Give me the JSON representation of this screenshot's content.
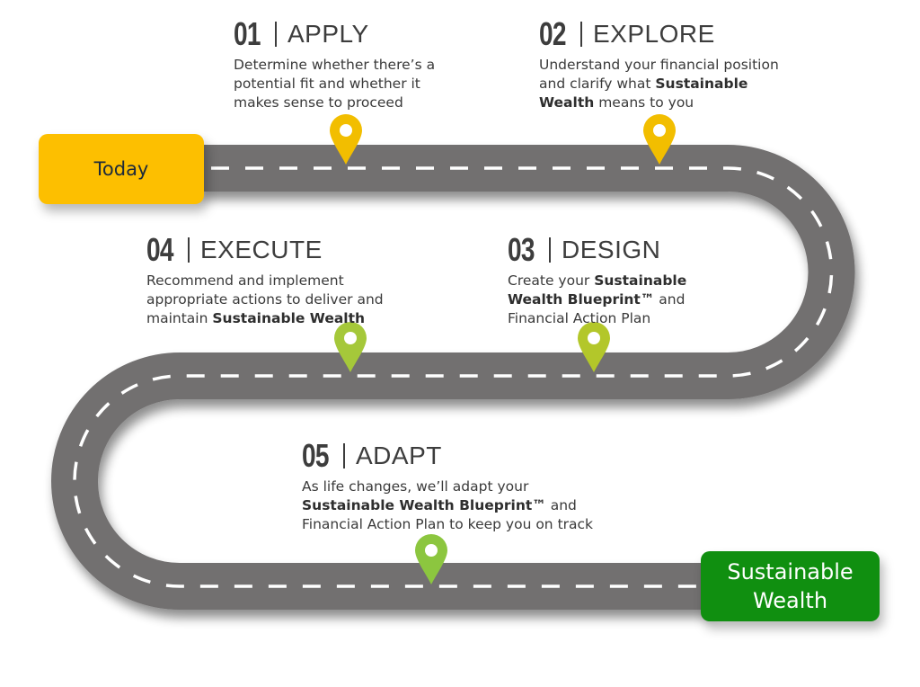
{
  "start_badge": {
    "label": "Today",
    "color": "#fdbf00"
  },
  "end_badge": {
    "label_line1": "Sustainable",
    "label_line2": "Wealth",
    "color": "#108f10"
  },
  "road": {
    "color": "#727070",
    "lane_marking_color": "#ffffff"
  },
  "steps": [
    {
      "number": "01",
      "title": "APPLY",
      "desc_parts": [
        {
          "t": "Determine whether there’s a"
        },
        {
          "br": true
        },
        {
          "t": "potential fit and whether it"
        },
        {
          "br": true
        },
        {
          "t": "makes sense to proceed"
        }
      ],
      "pin_color": "#f2be00"
    },
    {
      "number": "02",
      "title": "EXPLORE",
      "desc_parts": [
        {
          "t": "Understand your financial position"
        },
        {
          "br": true
        },
        {
          "t": "and clarify what "
        },
        {
          "b": "Sustainable"
        },
        {
          "br": true
        },
        {
          "b": "Wealth"
        },
        {
          "t": " means to you"
        }
      ],
      "pin_color": "#f2be00"
    },
    {
      "number": "03",
      "title": "DESIGN",
      "desc_parts": [
        {
          "t": "Create your "
        },
        {
          "b": "Sustainable"
        },
        {
          "br": true
        },
        {
          "b": "Wealth Blueprint™"
        },
        {
          "t": " and"
        },
        {
          "br": true
        },
        {
          "t": "Financial Action Plan"
        }
      ],
      "pin_color": "#b3c72a"
    },
    {
      "number": "04",
      "title": "EXECUTE",
      "desc_parts": [
        {
          "t": "Recommend and implement"
        },
        {
          "br": true
        },
        {
          "t": "appropriate actions to deliver and"
        },
        {
          "br": true
        },
        {
          "t": "maintain "
        },
        {
          "b": "Sustainable Wealth"
        }
      ],
      "pin_color": "#a5c83a"
    },
    {
      "number": "05",
      "title": "ADAPT",
      "desc_parts": [
        {
          "t": "As life changes, we’ll adapt your"
        },
        {
          "br": true
        },
        {
          "b": "Sustainable Wealth Blueprint™"
        },
        {
          "t": " and"
        },
        {
          "br": true
        },
        {
          "t": "Financial Action Plan to keep you on track"
        }
      ],
      "pin_color": "#8cc63f"
    }
  ]
}
